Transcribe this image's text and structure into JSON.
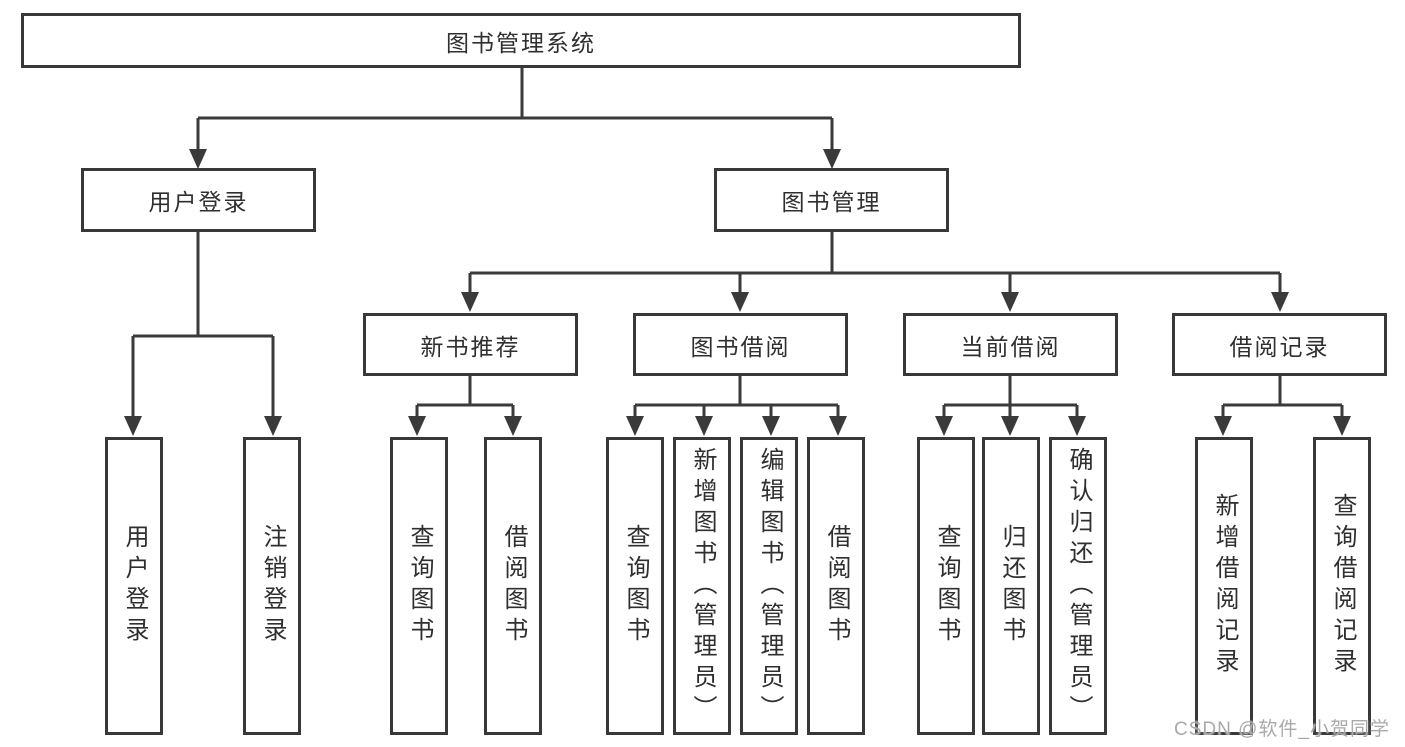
{
  "tree": {
    "root": {
      "label": "图书管理系统",
      "children": [
        {
          "label": "用户登录",
          "children": [
            {
              "label": "用户登录"
            },
            {
              "label": "注销登录"
            }
          ]
        },
        {
          "label": "图书管理",
          "children": [
            {
              "label": "新书推荐",
              "children": [
                {
                  "label": "查询图书"
                },
                {
                  "label": "借阅图书"
                }
              ]
            },
            {
              "label": "图书借阅",
              "children": [
                {
                  "label": "查询图书"
                },
                {
                  "label": "新增图书（管理员）"
                },
                {
                  "label": "编辑图书（管理员）"
                },
                {
                  "label": "借阅图书"
                }
              ]
            },
            {
              "label": "当前借阅",
              "children": [
                {
                  "label": "查询图书"
                },
                {
                  "label": "归还图书"
                },
                {
                  "label": "确认归还（管理员）"
                }
              ]
            },
            {
              "label": "借阅记录",
              "children": [
                {
                  "label": "新增借阅记录"
                },
                {
                  "label": "查询借阅记录"
                }
              ]
            }
          ]
        }
      ]
    }
  },
  "watermark": {
    "text": "CSDN @软件_小贺同学"
  },
  "colors": {
    "line": "#3a3a3a",
    "border": "#383838",
    "text": "#2f2f2f",
    "watermark": "#a9a9a9",
    "background": "#ffffff"
  }
}
